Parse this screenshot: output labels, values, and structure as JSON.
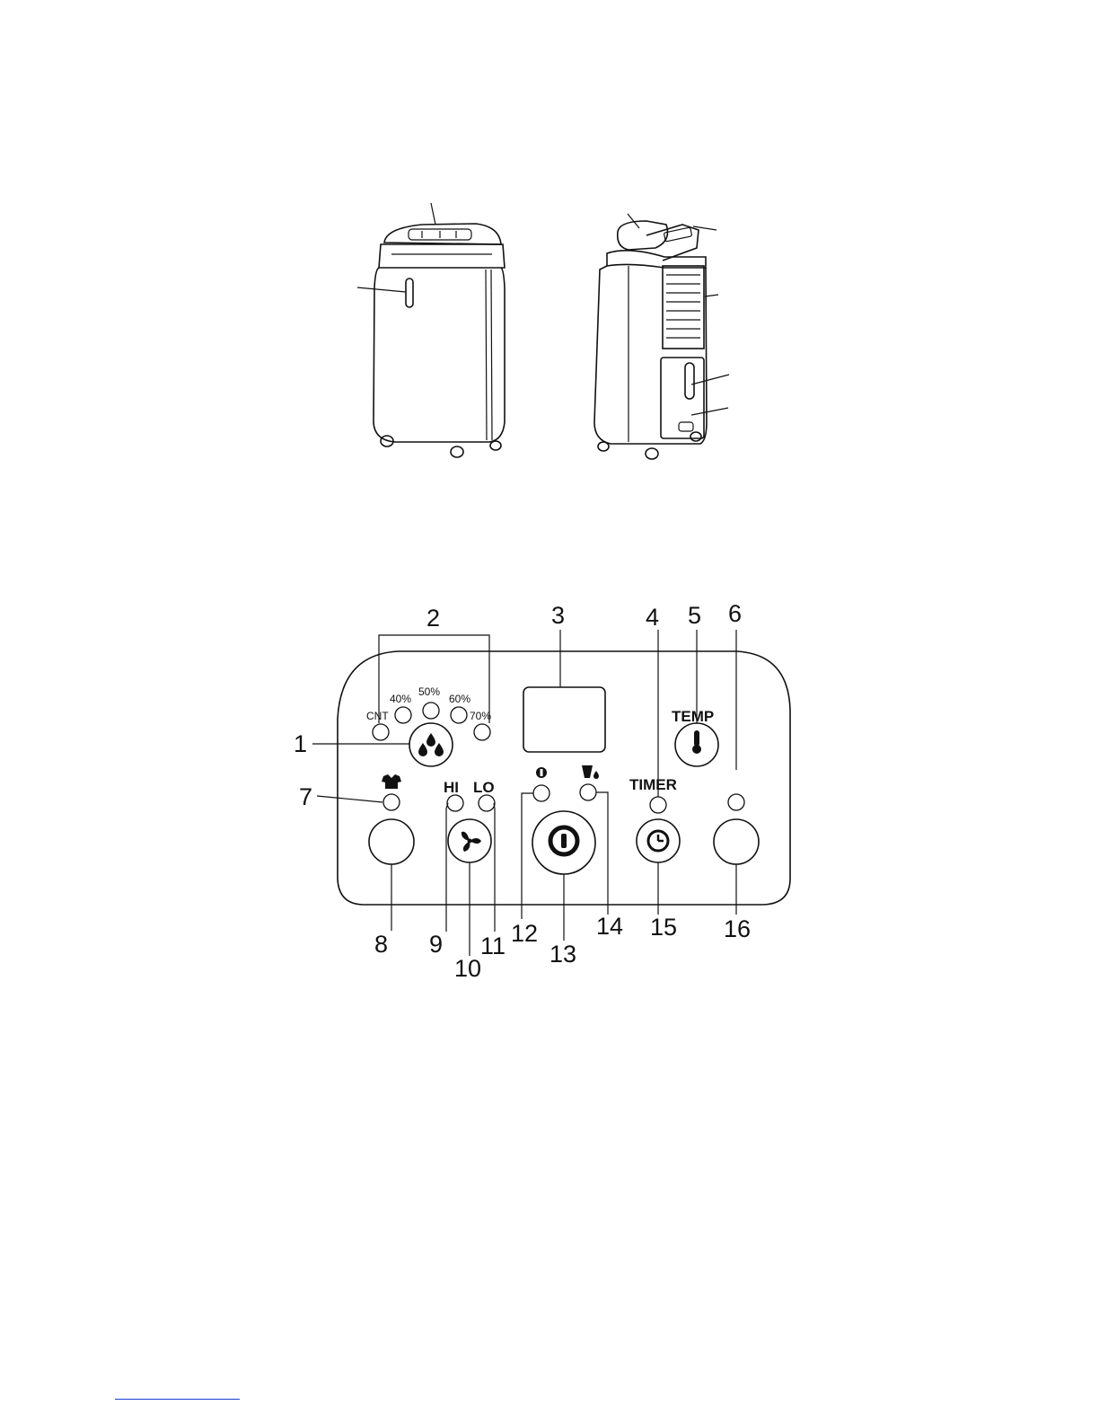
{
  "panel": {
    "humidity_options": [
      "CNT",
      "40%",
      "50%",
      "60%",
      "70%"
    ],
    "labels": {
      "temp": "TEMP",
      "timer": "TIMER",
      "hi": "HI",
      "lo": "LO"
    },
    "callouts": [
      "1",
      "2",
      "3",
      "4",
      "5",
      "6",
      "7",
      "8",
      "9",
      "10",
      "11",
      "12",
      "13",
      "14",
      "15",
      "16"
    ]
  },
  "icons": {
    "droplets": "humidity-drops-icon",
    "thermometer": "thermometer-icon",
    "shirt": "laundry-shirt-icon",
    "fan": "fan-icon",
    "power": "power-icon",
    "tank_full": "tank-full-icon",
    "clock": "clock-icon"
  },
  "colors": {
    "line": "#111111",
    "footer_link": "#1b3fd1"
  }
}
